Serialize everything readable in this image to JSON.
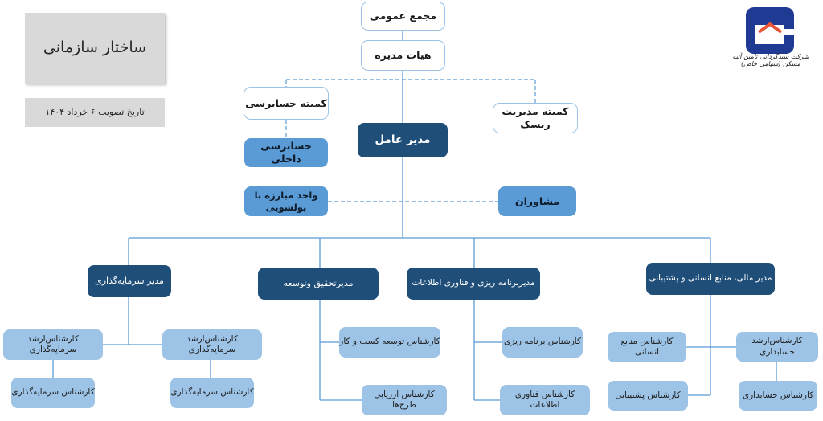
{
  "page": {
    "title": "ساختار سازمانی",
    "approval_date": "تاریخ تصویب ۶ خرداد ۱۴۰۴"
  },
  "logo": {
    "caption": "شرکت سبدگردانی تامین آتیه مسکن (سهامی خاص)",
    "primary_color": "#1f3a93",
    "accent_color": "#e8563a"
  },
  "top": {
    "general_assembly": "مجمع عمومی",
    "board": "هیات مدیره",
    "audit_committee": "کمیته حسابرسی",
    "risk_committee": "کمیته مدیریت ریسک",
    "ceo": "مدیر عامل",
    "internal_audit": "حسابرسی داخلی",
    "aml_unit": "واحد مبارزه با پولشویی",
    "advisors": "مشاوران"
  },
  "departments": {
    "investment": {
      "head": "مدیر سرمایه‌گذاری",
      "senior_1": "کارشناس‌ارشد سرمایه‌گذاری",
      "senior_2": "کارشناس‌ارشد سرمایه‌گذاری",
      "expert_1": "کارشناس سرمایه‌گذاری",
      "expert_2": "کارشناس سرمایه‌گذاری"
    },
    "research": {
      "head": "مدیرتحقیق وتوسعه",
      "bizdev": "کارشناس توسعه کسب و کار",
      "project_eval": "کارشناس ارزیابی طرح‌ها"
    },
    "planning_it": {
      "head": "مدیربرنامه ریزی و فناوری اطلاعات",
      "planning": "کارشناس برنامه ریزی",
      "it": "کارشناس فناوری اطلاعات"
    },
    "finance_hr": {
      "head": "مدیر مالی، منابع انسانی و پشتیبانی",
      "senior_accountant": "کارشناس‌ارشد حسابداری",
      "accountant": "کارشناس حسابداری",
      "hr": "کارشناس منابع انسانی",
      "support": "کارشناس پشتیبانی"
    }
  },
  "colors": {
    "navy": "#1f4e79",
    "medium_blue": "#5b9bd5",
    "light_blue": "#9dc3e6",
    "line": "#5b9bd5",
    "grey": "#d9d9d9"
  }
}
